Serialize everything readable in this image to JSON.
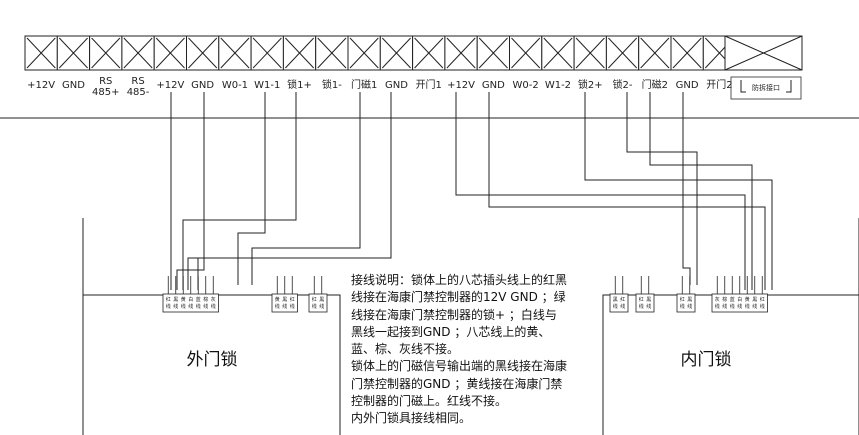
{
  "controller": {
    "terminals": [
      {
        "label": "+12V"
      },
      {
        "label": "GND"
      },
      {
        "label": "RS 485+"
      },
      {
        "label": "RS 485-"
      },
      {
        "label": "+12V"
      },
      {
        "label": "GND"
      },
      {
        "label": "W0-1"
      },
      {
        "label": "W1-1"
      },
      {
        "label": "锁1+"
      },
      {
        "label": "锁1-"
      },
      {
        "label": "门磁1"
      },
      {
        "label": "GND"
      },
      {
        "label": "开门1"
      },
      {
        "label": "+12V"
      },
      {
        "label": "GND"
      },
      {
        "label": "W0-2"
      },
      {
        "label": "W1-2"
      },
      {
        "label": "锁2+"
      },
      {
        "label": "锁2-"
      },
      {
        "label": "门磁2"
      },
      {
        "label": "GND"
      },
      {
        "label": "开门2"
      }
    ],
    "port_label": "防拆接口"
  },
  "outer_lock": {
    "title": "外门锁",
    "connectors": [
      [
        "红线",
        "黑线",
        "黄线",
        "白线",
        "蓝线",
        "棕线",
        "灰线"
      ],
      [
        "黄线",
        "黑线",
        "红线"
      ],
      [
        "红线",
        "黑线"
      ]
    ]
  },
  "inner_lock": {
    "title": "内门锁",
    "connectors": [
      [
        "黑线",
        "红线"
      ],
      [
        "红线",
        "黑线"
      ],
      [
        "红线",
        "黑线"
      ],
      [
        "灰线",
        "棕线",
        "蓝线",
        "白线",
        "黄线",
        "黑线",
        "红线"
      ]
    ]
  },
  "note": {
    "lines": [
      "接线说明：锁体上的八芯插头线上的红黑",
      "线接在海康门禁控制器的12V GND ；绿",
      "线接在海康门禁控制器的锁+ ；白线与",
      "黑线一起接到GND ；八芯线上的黄、",
      "蓝、棕、灰线不接。",
      "锁体上的门磁信号输出端的黑线接在海康",
      "门禁控制器的GND ；黄线接在海康门禁",
      "控制器的门磁上。红线不接。",
      "内外门锁具接线相同。"
    ]
  }
}
